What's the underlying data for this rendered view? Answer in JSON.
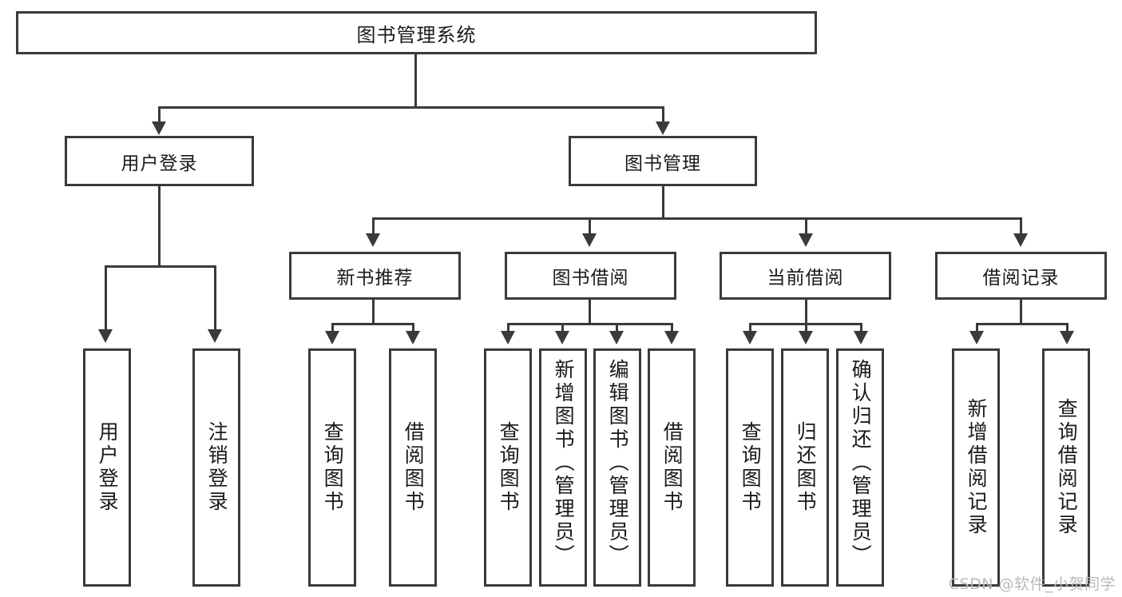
{
  "diagram": {
    "title": "图书管理系统",
    "type": "tree",
    "watermark": "CSDN @软件_小贺同学",
    "colors": {
      "stroke": "#3a3a3a",
      "fill": "#ffffff",
      "text": "#1a1a1a",
      "watermark": "#b9b9b9"
    },
    "levels": {
      "root": {
        "label": "图书管理系统"
      },
      "level2": [
        {
          "label": "用户登录"
        },
        {
          "label": "图书管理"
        }
      ],
      "level3": [
        {
          "label": "新书推荐"
        },
        {
          "label": "图书借阅"
        },
        {
          "label": "当前借阅"
        },
        {
          "label": "借阅记录"
        }
      ],
      "leaves": {
        "user_login": [
          {
            "label": "用户登录"
          },
          {
            "label": "注销登录"
          }
        ],
        "new_book_recommend": [
          {
            "label": "查询图书"
          },
          {
            "label": "借阅图书"
          }
        ],
        "book_borrow": [
          {
            "label": "查询图书"
          },
          {
            "label": "新增图书（管理员）"
          },
          {
            "label": "编辑图书（管理员）"
          },
          {
            "label": "借阅图书"
          }
        ],
        "current_borrow": [
          {
            "label": "查询图书"
          },
          {
            "label": "归还图书"
          },
          {
            "label": "确认归还（管理员）"
          }
        ],
        "borrow_record": [
          {
            "label": "新增借阅记录"
          },
          {
            "label": "查询借阅记录"
          }
        ]
      }
    }
  }
}
